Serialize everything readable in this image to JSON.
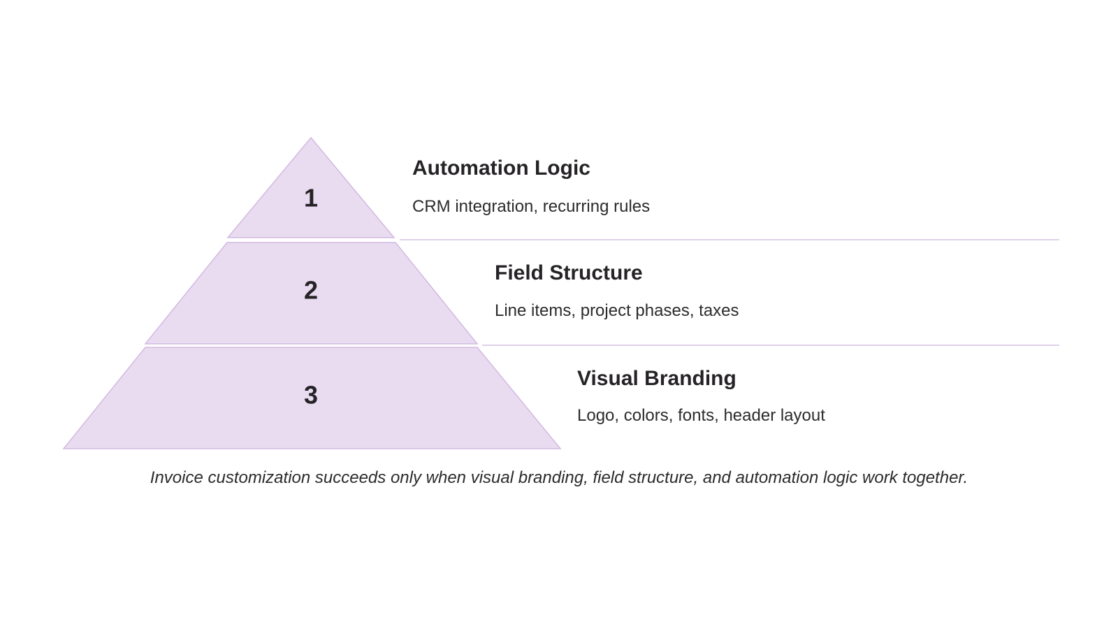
{
  "diagram": {
    "tiers": [
      {
        "number": "1",
        "title": "Automation Logic",
        "description": "CRM integration, recurring rules"
      },
      {
        "number": "2",
        "title": "Field Structure",
        "description": "Line items, project phases, taxes"
      },
      {
        "number": "3",
        "title": "Visual Branding",
        "description": "Logo, colors, fonts, header layout"
      }
    ],
    "caption": "Invoice customization succeeds only when visual branding, field structure, and automation logic work together.",
    "colors": {
      "tier_fill": "#e9dcf1",
      "tier_stroke": "#d2b9e0",
      "divider": "#d7c3e4",
      "text": "#262326"
    }
  }
}
